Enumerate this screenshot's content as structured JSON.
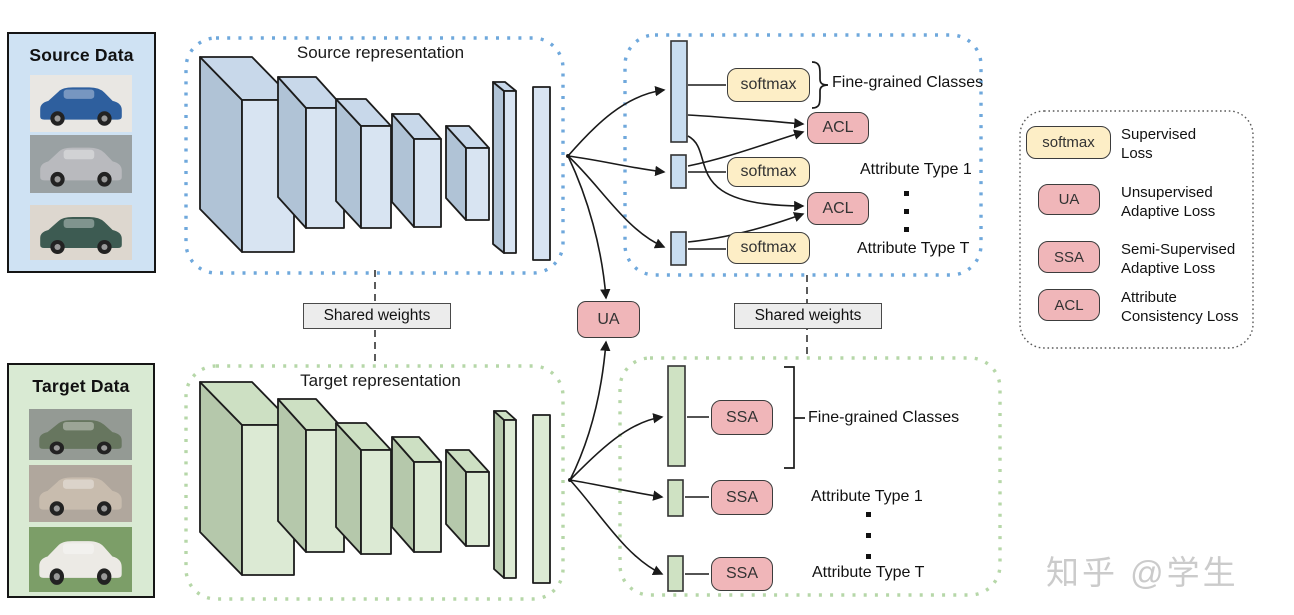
{
  "panels": {
    "source_data": "Source Data",
    "target_data": "Target Data",
    "source_representation": "Source representation",
    "target_representation": "Target representation"
  },
  "connectors": {
    "shared_weights_top": "Shared weights",
    "shared_weights_bottom": "Shared weights",
    "ua": "UA"
  },
  "source_branch": {
    "softmax": [
      "softmax",
      "softmax",
      "softmax"
    ],
    "acl": [
      "ACL",
      "ACL"
    ],
    "fine_grained_classes": "Fine-grained Classes",
    "attribute_type_1": "Attribute Type 1",
    "attribute_type_t": "Attribute Type T"
  },
  "target_branch": {
    "ssa": [
      "SSA",
      "SSA",
      "SSA"
    ],
    "fine_grained_classes": "Fine-grained Classes",
    "attribute_type_1": "Attribute Type 1",
    "attribute_type_t": "Attribute Type T"
  },
  "legend": {
    "items": [
      {
        "badge": "softmax",
        "lines": [
          "Supervised",
          "Loss"
        ]
      },
      {
        "badge": "UA",
        "lines": [
          "Unsupervised",
          "Adaptive Loss"
        ]
      },
      {
        "badge": "SSA",
        "lines": [
          "Semi-Supervised",
          "Adaptive Loss"
        ]
      },
      {
        "badge": "ACL",
        "lines": [
          "Attribute",
          "Consistency Loss"
        ]
      }
    ]
  },
  "watermark": "知乎 @学生",
  "colors": {
    "source_panel_fill": "#cfe2f3",
    "target_panel_fill": "#d9ead3",
    "source_dotted_border": "#6fa8dc",
    "target_dotted_border": "#b6d7a8",
    "legend_dotted_border": "#5a5a5a",
    "softmax_fill": "#fdeec6",
    "loss_fill": "#f0b6b9",
    "shared_weights_fill": "#ececec",
    "feature_bar_blue": "#c9ddf0",
    "feature_bar_green": "#cfe2c3",
    "block_blue_front": "#d8e4f2",
    "block_blue_top": "#c8d8ea",
    "block_blue_side": "#b0c3d6",
    "block_green_front": "#dcead4",
    "block_green_top": "#cde0c3",
    "block_green_side": "#b5c8ab"
  },
  "cars": {
    "source": [
      {
        "name": "blue-hatchback",
        "body": "#2e5f9e",
        "bg": "#e9e7e3"
      },
      {
        "name": "silver-sedan",
        "body": "#b9babe",
        "bg": "#9aa1a3"
      },
      {
        "name": "teal-sedan",
        "body": "#3d5b52",
        "bg": "#ddd7cf"
      }
    ],
    "target": [
      {
        "name": "green-wagon",
        "body": "#67765f",
        "bg": "#949a94"
      },
      {
        "name": "beige-sedan",
        "body": "#c8bcae",
        "bg": "#b0a79d"
      },
      {
        "name": "white-coupe",
        "body": "#eceae5",
        "bg": "#7c9e68"
      }
    ]
  }
}
